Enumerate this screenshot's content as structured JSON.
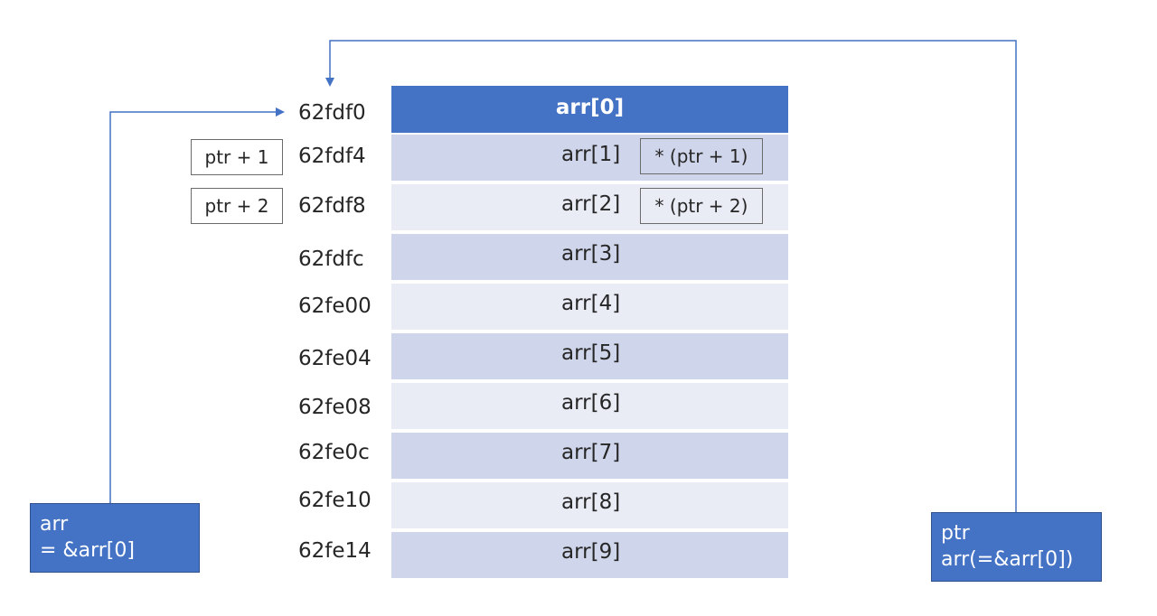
{
  "addresses": [
    "62fdf0",
    "62fdf4",
    "62fdf8",
    "62fdfc",
    "62fe00",
    "62fe04",
    "62fe08",
    "62fe0c",
    "62fe10",
    "62fe14"
  ],
  "elements": [
    "arr[0]",
    "arr[1]",
    "arr[2]",
    "arr[3]",
    "arr[4]",
    "arr[5]",
    "arr[6]",
    "arr[7]",
    "arr[8]",
    "arr[9]"
  ],
  "deref_labels": [
    "* (ptr + 1)",
    "* (ptr + 2)"
  ],
  "ptr_offsets": [
    "ptr + 1",
    "ptr + 2"
  ],
  "arr_box": {
    "line1": "arr",
    "line2": "= &arr[0]"
  },
  "ptr_box": {
    "line1": "ptr",
    "line2": "arr(=&arr[0])"
  },
  "colors": {
    "header": "#4472c4",
    "row_odd": "#cfd5ea",
    "row_even": "#e9ebf5",
    "arrow": "#4472c4"
  }
}
